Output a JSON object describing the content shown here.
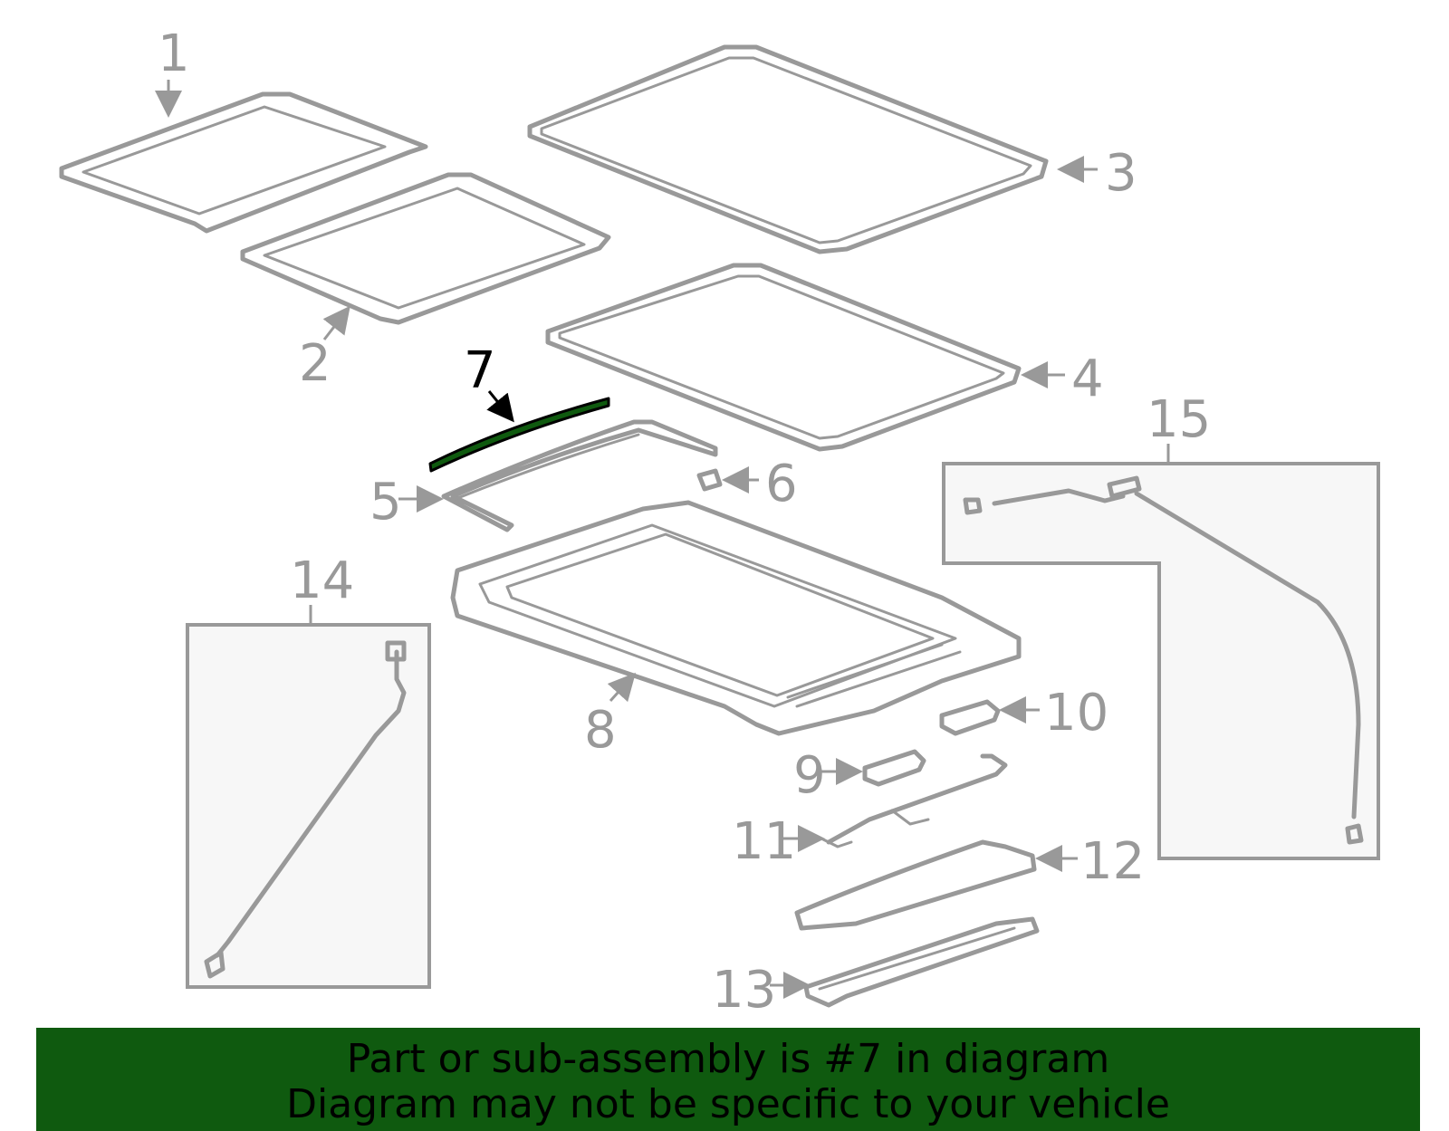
{
  "diagram": {
    "highlighted_part": "7",
    "highlight_color": "#0f5a0f",
    "callouts": {
      "c1": "1",
      "c2": "2",
      "c3": "3",
      "c4": "4",
      "c5": "5",
      "c6": "6",
      "c7": "7",
      "c8": "8",
      "c9": "9",
      "c10": "10",
      "c11": "11",
      "c12": "12",
      "c13": "13",
      "c14": "14",
      "c15": "15"
    }
  },
  "banner": {
    "line1": "Part or sub-assembly is #7 in diagram",
    "line2": "Diagram may not be specific to your vehicle",
    "background": "#0f5a0f"
  }
}
